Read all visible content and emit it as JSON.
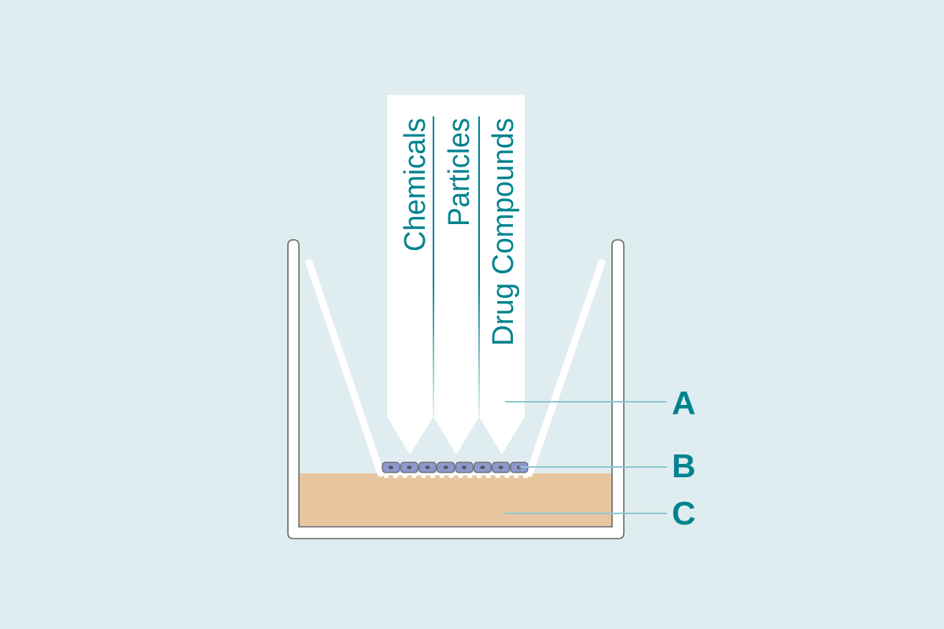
{
  "banner": {
    "labels": [
      "Chemicals",
      "Particles",
      "Drug Compounds"
    ]
  },
  "callouts": [
    {
      "letter": "A"
    },
    {
      "letter": "B"
    },
    {
      "letter": "C"
    }
  ],
  "cell_count": 8,
  "colors": {
    "background": "#e0edf0",
    "accent": "#00838f",
    "medium": "#e8c7a0",
    "cells": "#8f97cf",
    "leader": "#8cc6d3"
  }
}
